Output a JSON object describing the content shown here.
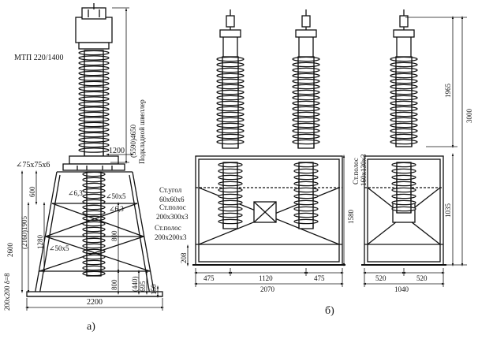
{
  "fig_a": {
    "label_model": "МТП 220/1400",
    "angle_top": "∠75x75x6",
    "dim_1200": "1200",
    "dim_4650": "(5590)4650",
    "label_channel": "Подкладной швеллер",
    "angle_63a": "∠6,3",
    "angle_50a": "∠50x5",
    "angle_63b": "∠6,3",
    "angle_50b": "∠50x5",
    "dim_600": "600",
    "dim_1905": "(2160)1905",
    "dim_1280": "1280",
    "dim_2600": "2600",
    "dim_800a": "800",
    "dim_800b": "800",
    "dim_440": "(440)",
    "dim_695": "695",
    "dim_150": "150",
    "base_plate": "200x200 δ=8",
    "dim_2200": "2200",
    "caption": "а)"
  },
  "fig_b": {
    "label_angle": "Ст.угол",
    "label_angle_size": "60x60x6",
    "label_strip1": "Ст.полос",
    "label_strip1_size": "200x300x3",
    "label_strip2": "Ст.полос",
    "label_strip2_size": "200x200x3",
    "label_strip_right": "Ст.полос",
    "label_strip_right_size": "160x130x3",
    "dim_1580": "1580",
    "dim_208": "208",
    "dim_475a": "475",
    "dim_1120": "1120",
    "dim_475b": "475",
    "dim_2070": "2070",
    "dim_1965": "1965",
    "dim_3000": "3000",
    "dim_1035": "1035",
    "dim_520a": "520",
    "dim_520b": "520",
    "dim_1040": "1040",
    "caption": "б)"
  }
}
